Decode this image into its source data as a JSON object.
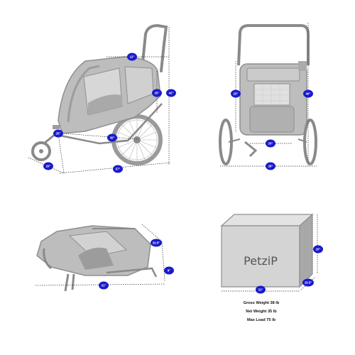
{
  "colors": {
    "badge": "#1a1acc",
    "frame": "#8a8a8a",
    "fabric": "#bdbdbd",
    "fabric_dark": "#8f8f8f",
    "box_front": "#d4d4d4",
    "box_top": "#e3e3e3",
    "box_side": "#a8a8a8",
    "dim_line": "#333333"
  },
  "badges": {
    "side_top_width": "12\"",
    "side_height_mid": "25\"",
    "side_height_total": "42\"",
    "side_front_wheel": "25\"",
    "side_inner_length": "30\"",
    "side_small_wheel": "20\"",
    "side_length": "57\"",
    "rear_left_height": "25\"",
    "rear_right_height": "40\"",
    "rear_seat_width": "20\"",
    "rear_width": "28\"",
    "folded_depth": "32.5\"",
    "folded_height": "9\"",
    "folded_length": "31\"",
    "box_height": "20\"",
    "box_width": "31\"",
    "box_depth": "15.5\""
  },
  "box_logo": "PetziP",
  "specs": {
    "gross_weight": "Gross Weight 38 lb",
    "net_weight": "Net Weight 35 lb",
    "max_load": "Max Load 75 lb"
  }
}
